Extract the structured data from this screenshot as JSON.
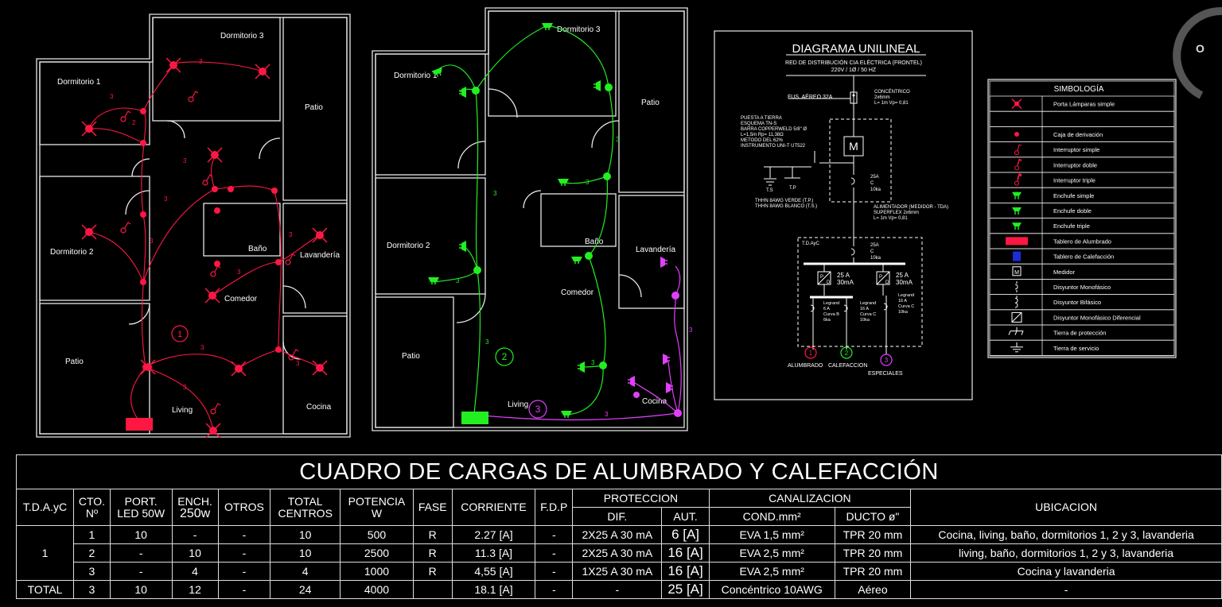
{
  "plan_lighting": {
    "rooms": {
      "dormitorio1": "Dormitorio 1",
      "dormitorio2": "Dormitorio 2",
      "dormitorio3": "Dormitorio 3",
      "patio_top": "Patio",
      "patio_bottom": "Patio",
      "bano": "Baño",
      "lavanderia": "Lavandería",
      "comedor": "Comedor",
      "living": "Living",
      "cocina": "Cocina"
    },
    "circuit_number": "1",
    "wire_label": "3",
    "wire_label_2": "2",
    "color": "#ff1744"
  },
  "plan_power": {
    "rooms": {
      "dormitorio1": "Dormitorio 1",
      "dormitorio2": "Dormitorio 2",
      "dormitorio3": "Dormitorio 3",
      "patio_top": "Patio",
      "patio_bottom": "Patio",
      "bano": "Baño",
      "lavanderia": "Lavandería",
      "comedor": "Comedor",
      "living": "Living",
      "cocina": "Cocina"
    },
    "circuit_2": "2",
    "circuit_3": "3",
    "wire_label": "3",
    "color_circuit_2": "#22ee22",
    "color_circuit_3": "#e040fb"
  },
  "unilineal": {
    "title": "DIAGRAMA UNILINEAL",
    "red_line1": "RED DE DISTRIBUCIÓN CIA ELÉCTRICA (FRONTEL)",
    "red_line2": "220V  /  1Ø  /  50 HZ",
    "fus": "FUS. AÉREO 32A",
    "concentrico": [
      "CONCÉNTRICO",
      "2x6mm",
      "L= 1m    Vp= 0,81"
    ],
    "tierra": [
      "PUESTA A TIERRA",
      "ESQUEMA TN-S",
      "BARRA COPPERWELD 5/8\" Ø",
      "L=1,5m    Rp= 11,38Ω",
      "METODO DEL 62%",
      "INSTRUMENTO UNI-T UT522"
    ],
    "medidor": "M",
    "main_breaker": [
      "25A",
      "C",
      "10ka"
    ],
    "ts": "T.S",
    "tp": "T.P",
    "thhn": [
      "THHN 8AWG VERDE (T.P.)",
      "THHN 8AWG BLANCO (T.S.)"
    ],
    "alimentador": [
      "ALIMENTADOR (MEDIDOR - TDA)",
      "SUPERFLEX 2x6mm",
      "L= 1m    Vp= 0,81"
    ],
    "tdayc": "T.D.AyC",
    "tda_breaker": [
      "25A",
      "C",
      "10ka"
    ],
    "diff1": [
      "25 A",
      "30mA"
    ],
    "diff2": [
      "25 A",
      "30mA"
    ],
    "diff_p": "P",
    "diff_d": "D",
    "cb1": [
      "Legrand",
      "6 A",
      "Curva B",
      "6ka"
    ],
    "cb2": [
      "Legrand",
      "16 A",
      "Curva C",
      "10ka"
    ],
    "cb3": [
      "Legrand",
      "16 A",
      "Curva C",
      "10ka"
    ],
    "circ_nums": [
      "1",
      "2",
      "3"
    ],
    "outputs": [
      "ALUMBRADO",
      "CALEFACCION",
      "ESPECIALES"
    ]
  },
  "simbologia": {
    "title": "SIMBOLOGÍA",
    "items": [
      "Porta Lámparas simple",
      "",
      "Caja de derivación",
      "Interruptor simple",
      "Interruptor doble",
      "Interruptor triple",
      "Enchufe simple",
      "Enchufe doble",
      "Enchufe triple",
      "Tablero de Alumbrado",
      "Tablero de Calefacción",
      "Medidor",
      "Disyuntor Monofásico",
      "Disyuntor Bifásico",
      "Disyuntor Monofásico Diferencial",
      "Tierra de protección",
      "Tierra de servicio"
    ]
  },
  "cuadro": {
    "title": "CUADRO DE CARGAS DE ALUMBRADO Y CALEFACCIÓN",
    "headers": {
      "tdayc": "T.D.A.yC",
      "cto": [
        "CTO.",
        "Nº"
      ],
      "port": [
        "PORT.",
        "LED 50W"
      ],
      "ench": [
        "ENCH.",
        "250w"
      ],
      "otros": "OTROS",
      "total_centros": [
        "TOTAL",
        "CENTROS"
      ],
      "potencia": [
        "POTENCIA",
        "W"
      ],
      "fase": "FASE",
      "corriente": "CORRIENTE",
      "fdp": "F.D.P",
      "proteccion": "PROTECCION",
      "dif": "DIF.",
      "aut": "AUT.",
      "canalizacion": "CANALIZACION",
      "cond": "COND.mm²",
      "ducto": "DUCTO ø\"",
      "ubicacion": "UBICACION"
    },
    "tablero": "1",
    "rows": [
      {
        "cto": "1",
        "port": "10",
        "ench": "-",
        "otros": "-",
        "centros": "10",
        "potencia": "500",
        "fase": "R",
        "corriente": "2.27 [A]",
        "fdp": "-",
        "dif": "2X25 A 30 mA",
        "aut": "6 [A]",
        "cond": "EVA 1,5 mm²",
        "ducto": "TPR 20 mm",
        "ubicacion": "Cocina, living, baño, dormitorios 1, 2 y 3, lavanderia"
      },
      {
        "cto": "2",
        "port": "-",
        "ench": "10",
        "otros": "-",
        "centros": "10",
        "potencia": "2500",
        "fase": "R",
        "corriente": "11.3 [A]",
        "fdp": "-",
        "dif": "2X25 A 30 mA",
        "aut": "16 [A]",
        "cond": "EVA 2,5 mm²",
        "ducto": "TPR 20 mm",
        "ubicacion": "living, baño, dormitorios 1, 2 y 3, lavanderia"
      },
      {
        "cto": "3",
        "port": "-",
        "ench": "4",
        "otros": "-",
        "centros": "4",
        "potencia": "1000",
        "fase": "R",
        "corriente": "4,55 [A]",
        "fdp": "-",
        "dif": "1X25 A 30 mA",
        "aut": "16 [A]",
        "cond": "EVA 2,5 mm²",
        "ducto": "TPR 20 mm",
        "ubicacion": "Cocina y lavanderia"
      }
    ],
    "total": {
      "label": "TOTAL",
      "cto": "3",
      "port": "10",
      "ench": "12",
      "otros": "-",
      "centros": "24",
      "potencia": "4000",
      "fase": "",
      "corriente": "18.1 [A]",
      "fdp": "-",
      "dif": "-",
      "aut": "25 [A]",
      "cond": "Concéntrico 10AWG",
      "ducto": "Aéreo",
      "ubicacion": "-"
    }
  }
}
